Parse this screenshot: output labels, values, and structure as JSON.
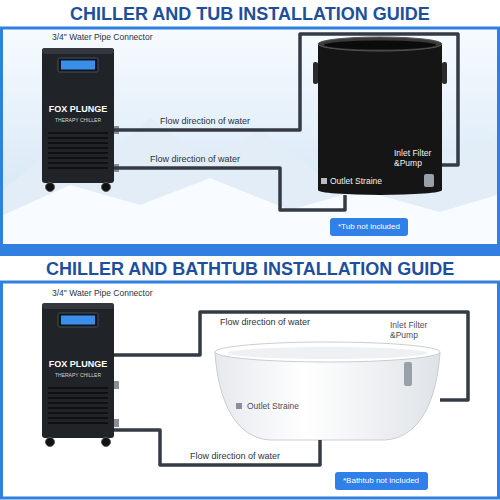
{
  "diagram": {
    "nodes": [
      {
        "text": [
          "FOX PLUNGE",
          "THERAPY CHILLER"
        ]
      },
      {
        "text": [
          "Outlet Straine",
          "Inlet Filter &Pump"
        ]
      },
      {
        "text": [
          "*Tub not included"
        ]
      },
      {
        "text": [
          "FOX PLUNGE",
          "THERAPY CHILLER"
        ]
      },
      {
        "text": [
          "Outlet Straine",
          "Inlet Filter &Pump"
        ]
      },
      {
        "text": [
          "*Bathtub not included"
        ]
      }
    ],
    "edges": [
      {
        "from": 0,
        "to": 1,
        "arrow": "none",
        "label": "Flow direction of water"
      },
      {
        "from": 0,
        "to": 1,
        "arrow": "none",
        "label": "Flow direction of water"
      },
      {
        "from": 3,
        "to": 4,
        "arrow": "none",
        "label": "Flow direction of water"
      },
      {
        "from": 3,
        "to": 4,
        "arrow": "none",
        "label": "Flow direction of water"
      }
    ],
    "labels": [
      "CHILLER AND TUB INSTALLATION GUIDE",
      "3/4\" Water Pipe Connector",
      "CHILLER AND BATHTUB INSTALLATION GUIDE",
      "3/4\" Water Pipe Connector"
    ]
  }
}
